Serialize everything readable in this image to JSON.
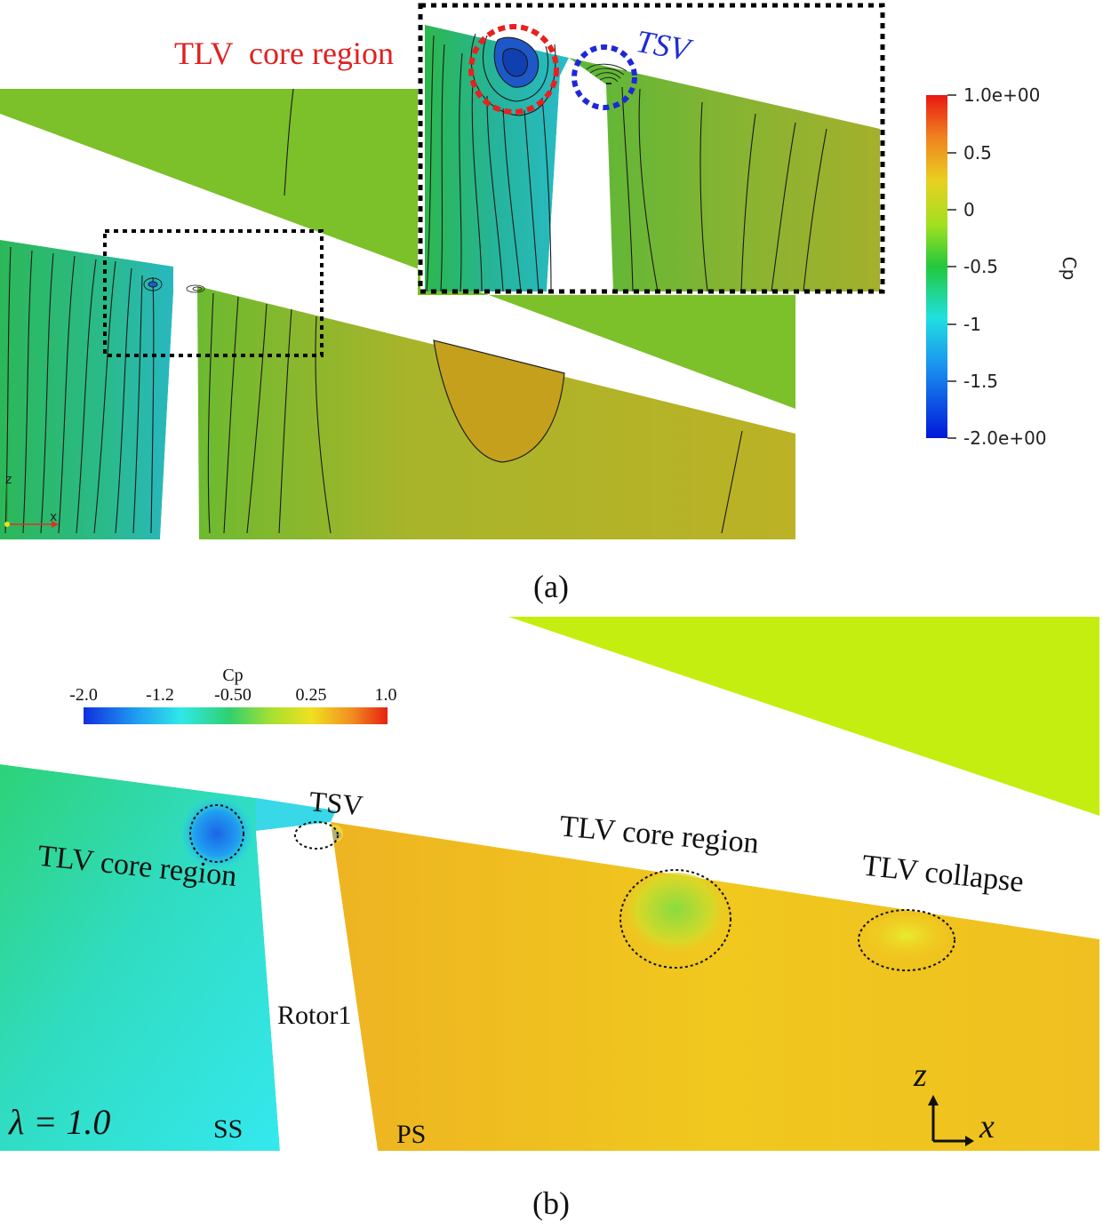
{
  "panel_a": {
    "label": "(a)",
    "callout_tlv": "TLV  core region",
    "callout_tsv": "TSV",
    "colorbar": {
      "title": "Cp",
      "ticks": [
        "1.0e+00",
        "0.5",
        "0",
        "-0.5",
        "-1",
        "-1.5",
        "-2.0e+00"
      ]
    },
    "axes": {
      "z": "z",
      "x": "x"
    },
    "colors": {
      "callout_tlv": "#e02020",
      "callout_tsv": "#1e2bd6"
    }
  },
  "panel_b": {
    "label": "(b)",
    "colorbar": {
      "title": "Cp",
      "ticks": [
        "-2.0",
        "-1.2",
        "-0.50",
        "0.25",
        "1.0"
      ]
    },
    "annotations": {
      "tsv": "TSV",
      "tlv_core_left": "TLV core region",
      "tlv_core_right": "TLV core region",
      "tlv_collapse": "TLV collapse",
      "rotor": "Rotor1",
      "lambda": "λ = 1.0",
      "ss": "SS",
      "ps": "PS"
    },
    "axes": {
      "z": "z",
      "x": "x"
    }
  }
}
